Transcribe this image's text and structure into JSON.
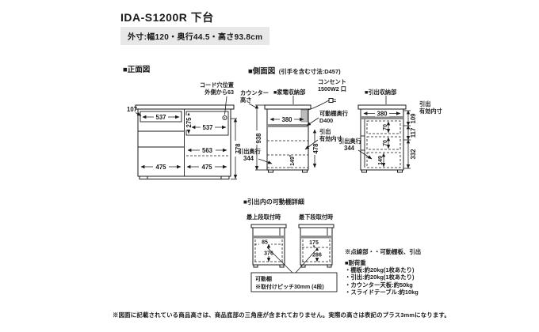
{
  "colors": {
    "subtitle_bg": "#e8e8e8",
    "shelf_gray": "#8f8f8f",
    "outlet_gray": "#bdbdbd",
    "line": "#1a1a1a"
  },
  "header": {
    "title": "IDA-S1200R 下台",
    "size_note": "外寸:幅120・奥行44.5・高さ93.8cm"
  },
  "front_view": {
    "section_title": "■正面図",
    "cord_line1": "コード穴位置",
    "cord_line2": "外側から63",
    "d107": "107",
    "d537a": "537",
    "d275": "275",
    "d537b": "537",
    "d563": "563",
    "d778": "778",
    "d475a": "475",
    "d475b": "475"
  },
  "side_view": {
    "section_title": "■側面図",
    "section_note": "(引手を含む寸法:D457)",
    "counter_label_1": "カウンター",
    "counter_label_2": "高さ",
    "appliance_title": "■家電収納部",
    "outlet_line1": "コンセント",
    "outlet_line2": "1500W2 口",
    "drawer_title": "■引出収納部",
    "inner_top_1": "引出",
    "inner_top_2": "有効内寸",
    "left": {
      "d380": "380",
      "d938": "938",
      "depth_label": "引出奥行",
      "d344": "344",
      "shelf_label": "可動棚奥行",
      "d400": "D400",
      "inner_1": "引出",
      "inner_2": "有効内寸",
      "d478": "478",
      "d149": "149"
    },
    "right": {
      "d380": "380",
      "depth_label": "引出奥行",
      "d344": "344",
      "d70a": "70",
      "d70b": "70",
      "d149": "149",
      "d109": "109",
      "d117": "117",
      "d332": "332"
    }
  },
  "detail": {
    "section_title": "■引出内の可動棚詳細",
    "top_label": "最上段取付時",
    "bottom_label": "最下段取付時",
    "d85": "85",
    "d376": "376",
    "d175": "175",
    "d286": "286",
    "box_line1": "可動棚",
    "box_line2": "※取付けピッチ30mm (4段)"
  },
  "notes": {
    "dotted_note": "※点線部・・可動棚板、引出",
    "load_title": "■耐荷重",
    "loads": [
      "・棚板:約20kg(1枚あたり)",
      "・引出:約20kg(1枚あたり)",
      "・カウンター天板:約50kg",
      "・スライドテーブル:約10kg"
    ]
  },
  "footer": {
    "note": "※図面に記載されている商品高さは、商品底部の三角座が含まれておりません。実際の高さは表記のプラス3mmになります。"
  }
}
